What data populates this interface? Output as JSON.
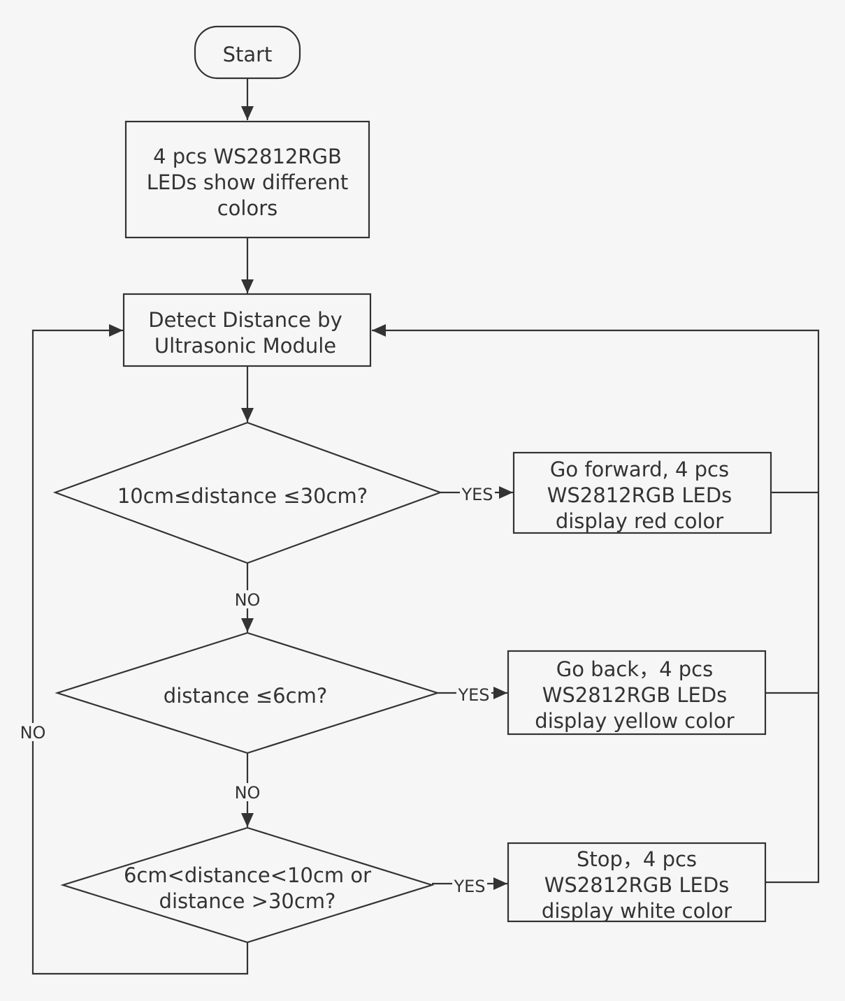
{
  "diagram": {
    "nodes": {
      "start": {
        "lines": [
          "Start"
        ]
      },
      "init": {
        "lines": [
          "4 pcs WS2812RGB",
          "LEDs show different",
          "colors"
        ]
      },
      "detect": {
        "lines": [
          "Detect Distance by",
          "Ultrasonic Module"
        ]
      },
      "cond1": {
        "lines": [
          "10cm≤distance ≤30cm?"
        ]
      },
      "cond2": {
        "lines": [
          "distance ≤6cm?"
        ]
      },
      "cond3": {
        "lines": [
          "6cm<distance<10cm or",
          "distance >30cm?"
        ]
      },
      "forward": {
        "lines": [
          "Go forward, 4 pcs",
          "WS2812RGB LEDs",
          "display red color"
        ]
      },
      "back": {
        "lines": [
          "Go back，4 pcs",
          "WS2812RGB LEDs",
          "display yellow color"
        ]
      },
      "stop": {
        "lines": [
          "Stop，4 pcs",
          "WS2812RGB LEDs",
          "display white color"
        ]
      }
    },
    "edge_labels": {
      "yes1": "YES",
      "yes2": "YES",
      "yes3": "YES",
      "no1": "NO",
      "no2": "NO",
      "no3": "NO"
    }
  }
}
